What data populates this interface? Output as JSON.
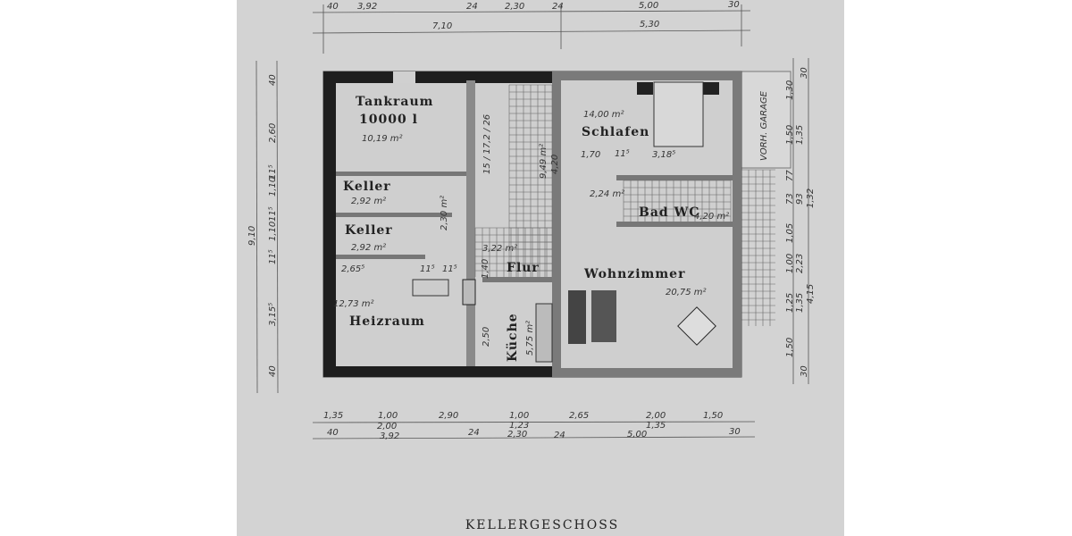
{
  "title": "KELLERGESCHOSS",
  "rooms": {
    "tankraum": {
      "name": "Tankraum",
      "capacity": "10000 l",
      "area": "10,19 m²"
    },
    "keller1": {
      "name": "Keller",
      "area": "2,92 m²"
    },
    "keller2": {
      "name": "Keller",
      "area": "2,92 m²"
    },
    "heizraum": {
      "name": "Heizraum",
      "area": "12,73 m²"
    },
    "stairs": {
      "steps": "15 / 17,2 / 26",
      "length": "4,20",
      "area": "9,49 m²"
    },
    "corridor_small": {
      "area": "2,30 m²"
    },
    "flur": {
      "name": "Flur",
      "area": "3,22 m²",
      "dim": "1,40"
    },
    "kueche": {
      "name": "Küche",
      "area": "5,75 m²",
      "dim": "2,50"
    },
    "schlafen": {
      "name": "Schlafen",
      "area": "14,00 m²"
    },
    "bad": {
      "name": "Bad WC",
      "area": "4,20 m²",
      "hall_area": "2,24 m²"
    },
    "wohnzimmer": {
      "name": "Wohnzimmer",
      "area": "20,75 m²"
    },
    "garage": {
      "name": "VORH. GARAGE"
    }
  },
  "inner_dims": [
    "2,65⁵",
    "11⁵",
    "11⁵",
    "1,70",
    "11⁵",
    "3,18⁵"
  ],
  "top_dims": {
    "row1": [
      "40",
      "3,92",
      "24",
      "2,30",
      "24",
      "5,00",
      "30"
    ],
    "row2": [
      "7,10",
      "5,30"
    ]
  },
  "bottom_dims": {
    "row1": [
      "1,35",
      "1,00",
      "2,00",
      "2,90",
      "1,00",
      "1,23",
      "2,65",
      "2,00",
      "1,35",
      "1,50"
    ],
    "row2": [
      "40",
      "3,92",
      "24",
      "2,30",
      "24",
      "5,00",
      "30"
    ]
  },
  "left_dims": [
    "40",
    "2,60",
    "11⁵",
    "1,10",
    "11⁵",
    "1,10",
    "11⁵",
    "3,15⁵",
    "40",
    "9,10"
  ],
  "right_dims": [
    "30",
    "1,30",
    "1,50",
    "1,35",
    "77",
    "73",
    "93",
    "1,32",
    "1,05",
    "1,00",
    "2,23",
    "1,25",
    "1,35",
    "4,15",
    "1,50",
    "30"
  ],
  "colors": {
    "paper": "#d4d4d4",
    "wall_dark": "#1e1e1e",
    "wall_grey": "#7a7a7a"
  }
}
